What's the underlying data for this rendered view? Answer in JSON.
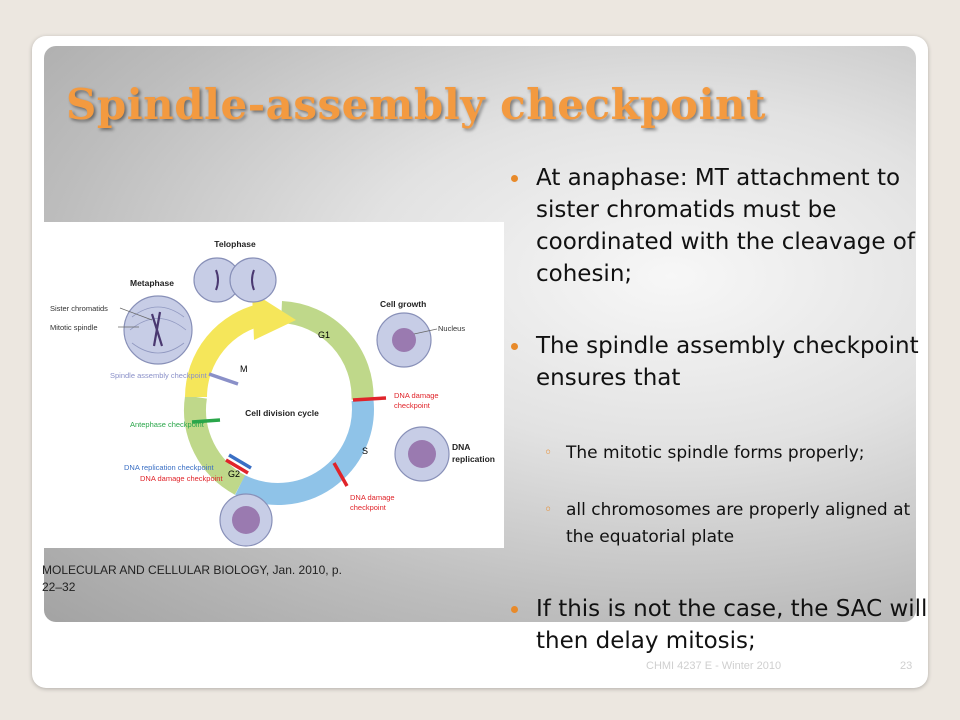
{
  "slide": {
    "title": "Spindle-assembly checkpoint",
    "caption": "MOLECULAR AND CELLULAR BIOLOGY, Jan. 2010, p. 22–32",
    "footer": "CHMI 4237 E - Winter 2010",
    "page_number": "23"
  },
  "bullets": [
    {
      "level": 1,
      "text": "At anaphase: MT attachment to sister chromatids must be coordinated with the cleavage of cohesin;"
    },
    {
      "level": 1,
      "text": "The spindle assembly checkpoint ensures that"
    },
    {
      "level": 2,
      "text": "The mitotic spindle forms properly;"
    },
    {
      "level": 2,
      "text": "all chromosomes are properly aligned at the equatorial plate"
    },
    {
      "level": 1,
      "text": "If this is not the case, the SAC will then delay mitosis;"
    }
  ],
  "diagram": {
    "center_label": "Cell division cycle",
    "phases": {
      "g1": "G1",
      "s": "S",
      "g2": "G2",
      "m": "M"
    },
    "labels": {
      "telophase": "Telophase",
      "metaphase": "Metaphase",
      "sister_chromatids": "Sister chromatids",
      "mitotic_spindle": "Mitotic spindle",
      "cell_growth": "Cell growth",
      "nucleus": "Nucleus",
      "dna_replication_line1": "DNA",
      "dna_replication_line2": "replication",
      "spindle_checkpoint": "Spindle assembly checkpoint",
      "antephase_checkpoint": "Antephase checkpoint",
      "dna_replication_checkpoint": "DNA replication checkpoint",
      "dna_damage_checkpoint_left": "DNA damage checkpoint",
      "dna_damage_g1_line1": "DNA damage",
      "dna_damage_g1_line2": "checkpoint",
      "dna_damage_s_line1": "DNA damage",
      "dna_damage_s_line2": "checkpoint"
    },
    "colors": {
      "g1": "#bfd88a",
      "s": "#8fc3e8",
      "g2": "#bfd88a",
      "m": "#f5e65a",
      "spindle_checkpoint": "#8a90c8",
      "antephase_checkpoint": "#2aa64a",
      "dna_replication_checkpoint": "#3a6fc4",
      "dna_damage_checkpoint": "#e0242a",
      "cell": "#c7cde6",
      "nucleus": "#9a7ab0"
    }
  },
  "colors": {
    "title": "#f39a40",
    "bullet": "#e88a2a"
  }
}
